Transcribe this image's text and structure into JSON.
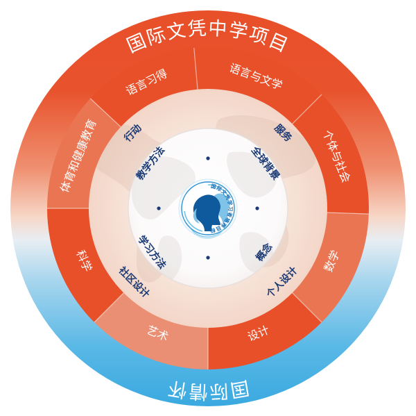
{
  "diagram": {
    "type": "concentric-circular-programme-model",
    "programme_title": "国际文凭中学项目",
    "outer_band_bottom_label": "国际情怀",
    "center": {
      "logo_ring_text": "国际文凭学习者培养目标",
      "logo_name": "ib-learner-profile-logo"
    },
    "subject_ring": {
      "name": "subject-groups-ring",
      "segments": [
        {
          "id": "language-acquisition",
          "label": "语言习得",
          "color": "#e8502a"
        },
        {
          "id": "language-and-literature",
          "label": "语言与文学",
          "color": "#e8502a"
        },
        {
          "id": "individuals-and-societies",
          "label": "个体与社会",
          "color": "#e8502a"
        },
        {
          "id": "mathematics",
          "label": "数学",
          "color": "#ea7553"
        },
        {
          "id": "design",
          "label": "设计",
          "color": "#e8502a"
        },
        {
          "id": "arts",
          "label": "艺术",
          "color": "#ea8f73"
        },
        {
          "id": "sciences",
          "label": "科学",
          "color": "#e8502a"
        },
        {
          "id": "physical-and-health-education",
          "label": "体育和健康教育",
          "color": "#ea7553"
        }
      ]
    },
    "inner_ring": {
      "name": "teaching-learning-ring",
      "segments": [
        {
          "id": "action",
          "label": "行动"
        },
        {
          "id": "service",
          "label": "服务"
        },
        {
          "id": "global-contexts",
          "label": "全球背景"
        },
        {
          "id": "concepts",
          "label": "概念"
        },
        {
          "id": "personal-project",
          "label": "个人设计"
        },
        {
          "id": "community-project",
          "label": "社区设计"
        },
        {
          "id": "approaches-to-learning",
          "label": "学习方法"
        },
        {
          "id": "approaches-to-teaching",
          "label": "教学方法"
        }
      ]
    },
    "colors": {
      "brand_orange": "#e8502a",
      "mid_orange": "#ea7553",
      "light_orange": "#eb9a7f",
      "pale_peach": "#f6ddd2",
      "brand_blue": "#49b4e4",
      "navy": "#1b3a75",
      "logo_blue": "#1a6fb5",
      "white": "#ffffff"
    }
  }
}
